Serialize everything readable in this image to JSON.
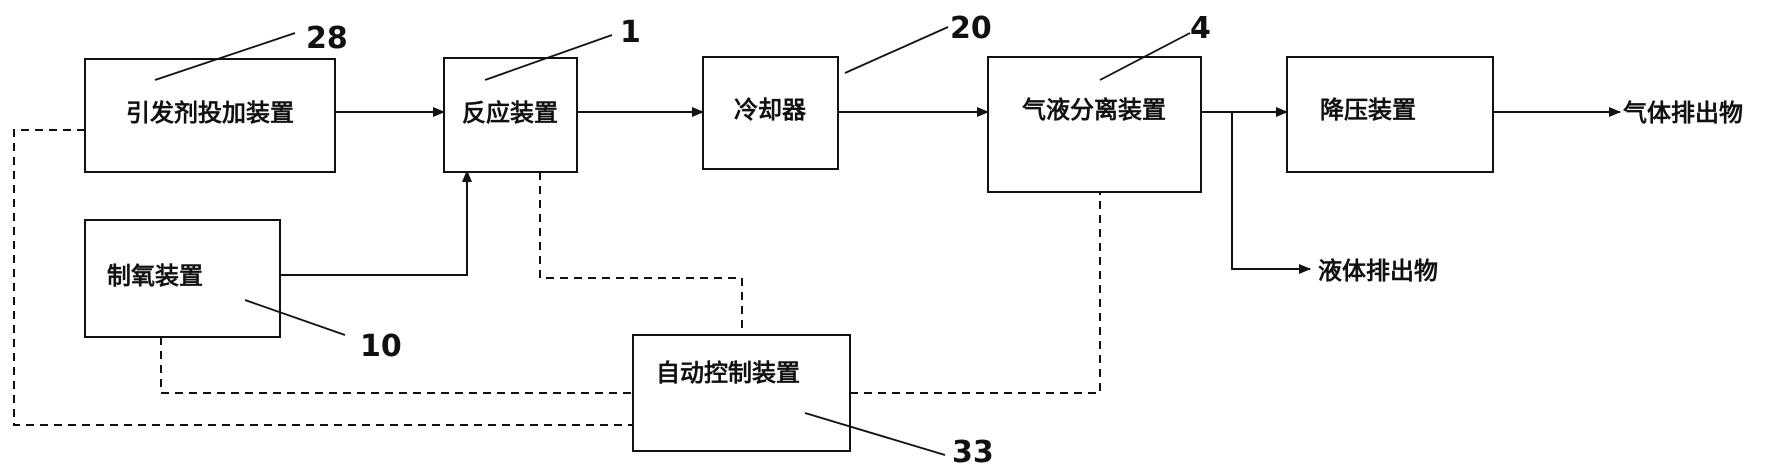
{
  "boxes": {
    "initiator": "引发剂投加装置",
    "reactor": "反应装置",
    "cooler": "冷却器",
    "separator": "气液分离装置",
    "depressurizer": "降压装置",
    "oxygen": "制氧装置",
    "control": "自动控制装置"
  },
  "refs": {
    "initiator": "28",
    "reactor": "1",
    "cooler": "20",
    "separator": "4",
    "oxygen": "10",
    "control": "33"
  },
  "outputs": {
    "gas": "气体排出物",
    "liquid": "液体排出物"
  },
  "colors": {
    "stroke": "#111111",
    "background": "#ffffff"
  }
}
